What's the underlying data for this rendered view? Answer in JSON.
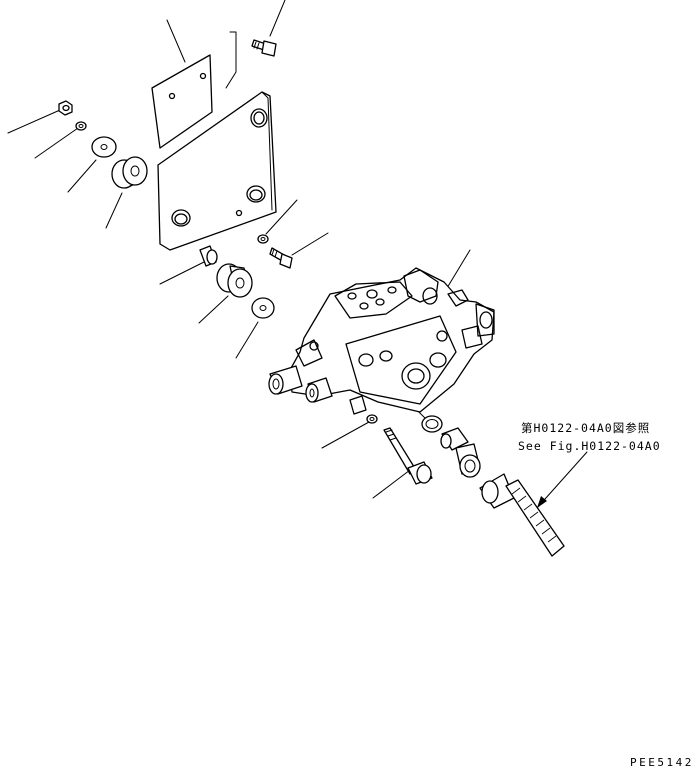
{
  "reference": {
    "jp": "第H0122-04A0図参照",
    "en": "See Fig.H0122-04A0"
  },
  "drawing_code": "PEE5142"
}
